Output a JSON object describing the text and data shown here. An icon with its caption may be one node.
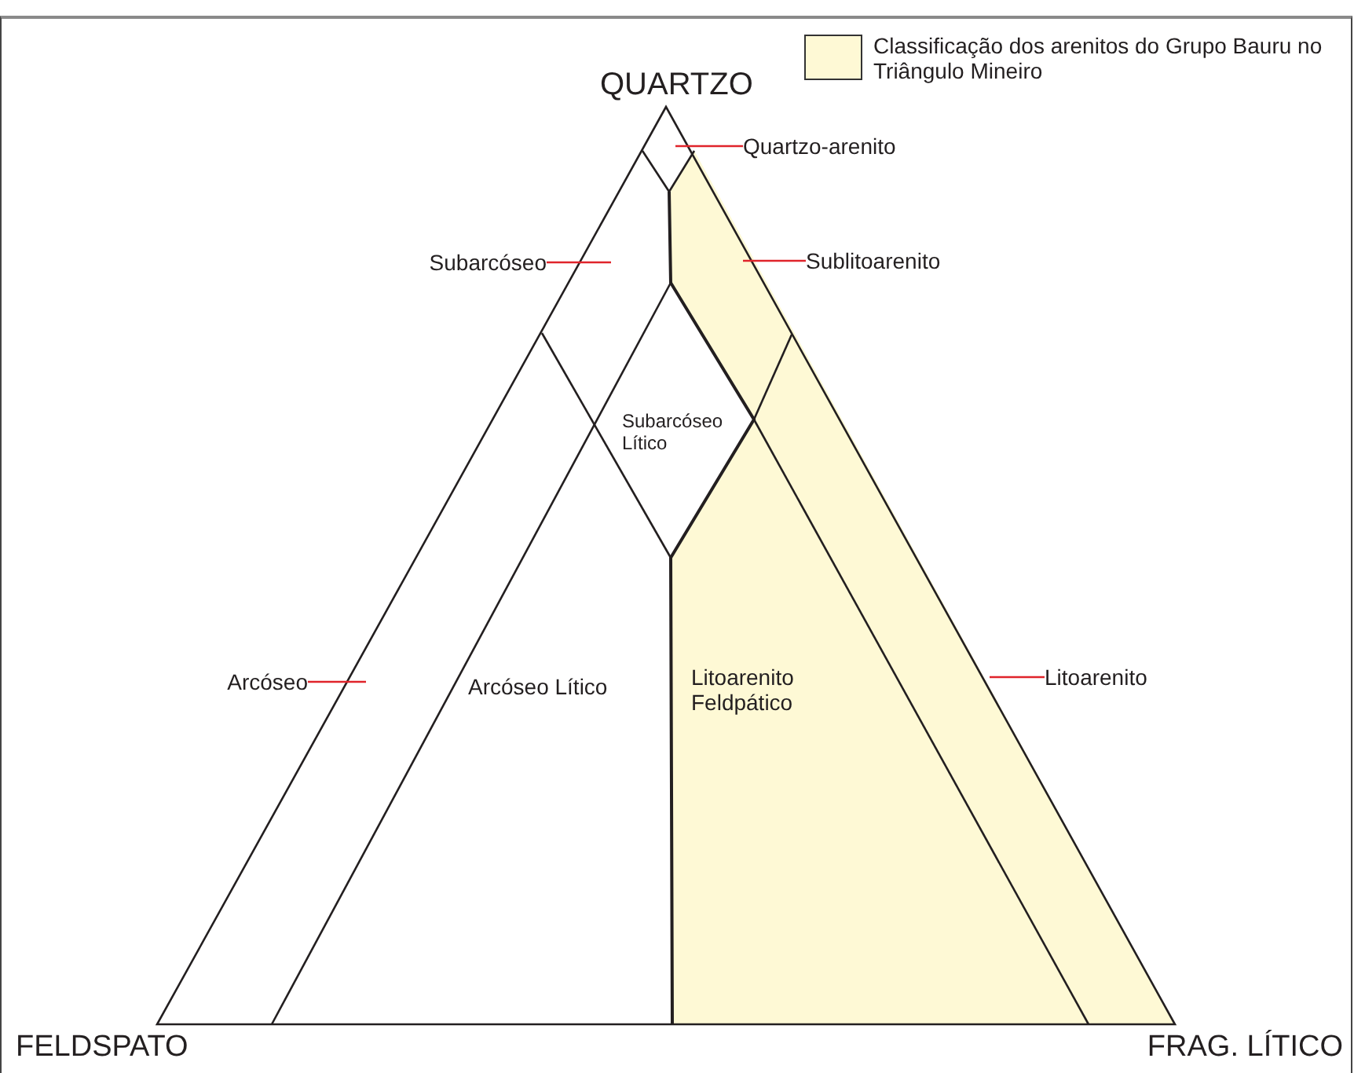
{
  "diagram": {
    "nodes": [
      {
        "text": [
          "Quartzo-arenito"
        ]
      },
      {
        "text": [
          "Subarcóseo"
        ]
      },
      {
        "text": [
          "Sublitoarenito"
        ]
      },
      {
        "text": [
          "Arcóseo"
        ]
      },
      {
        "text": [
          "Litoarenito"
        ]
      }
    ],
    "edges": [
      {
        "from": 0,
        "to": null,
        "arrow": "none"
      },
      {
        "from": 1,
        "to": null,
        "arrow": "none"
      },
      {
        "from": 2,
        "to": null,
        "arrow": "none"
      },
      {
        "from": 3,
        "to": null,
        "arrow": "none"
      },
      {
        "from": 4,
        "to": null,
        "arrow": "none"
      }
    ],
    "labels": [
      "QUARTZO",
      "Subarcóseo Lítico",
      "Arcóseo Lítico",
      "Litoarenito Feldpático",
      "FELDSPATO",
      "FRAG. LÍTICO"
    ],
    "legend": [
      {
        "text": "Classificação dos arenitos do Grupo Bauru no Triângulo Mineiro",
        "color": "#fef9d5"
      }
    ]
  }
}
